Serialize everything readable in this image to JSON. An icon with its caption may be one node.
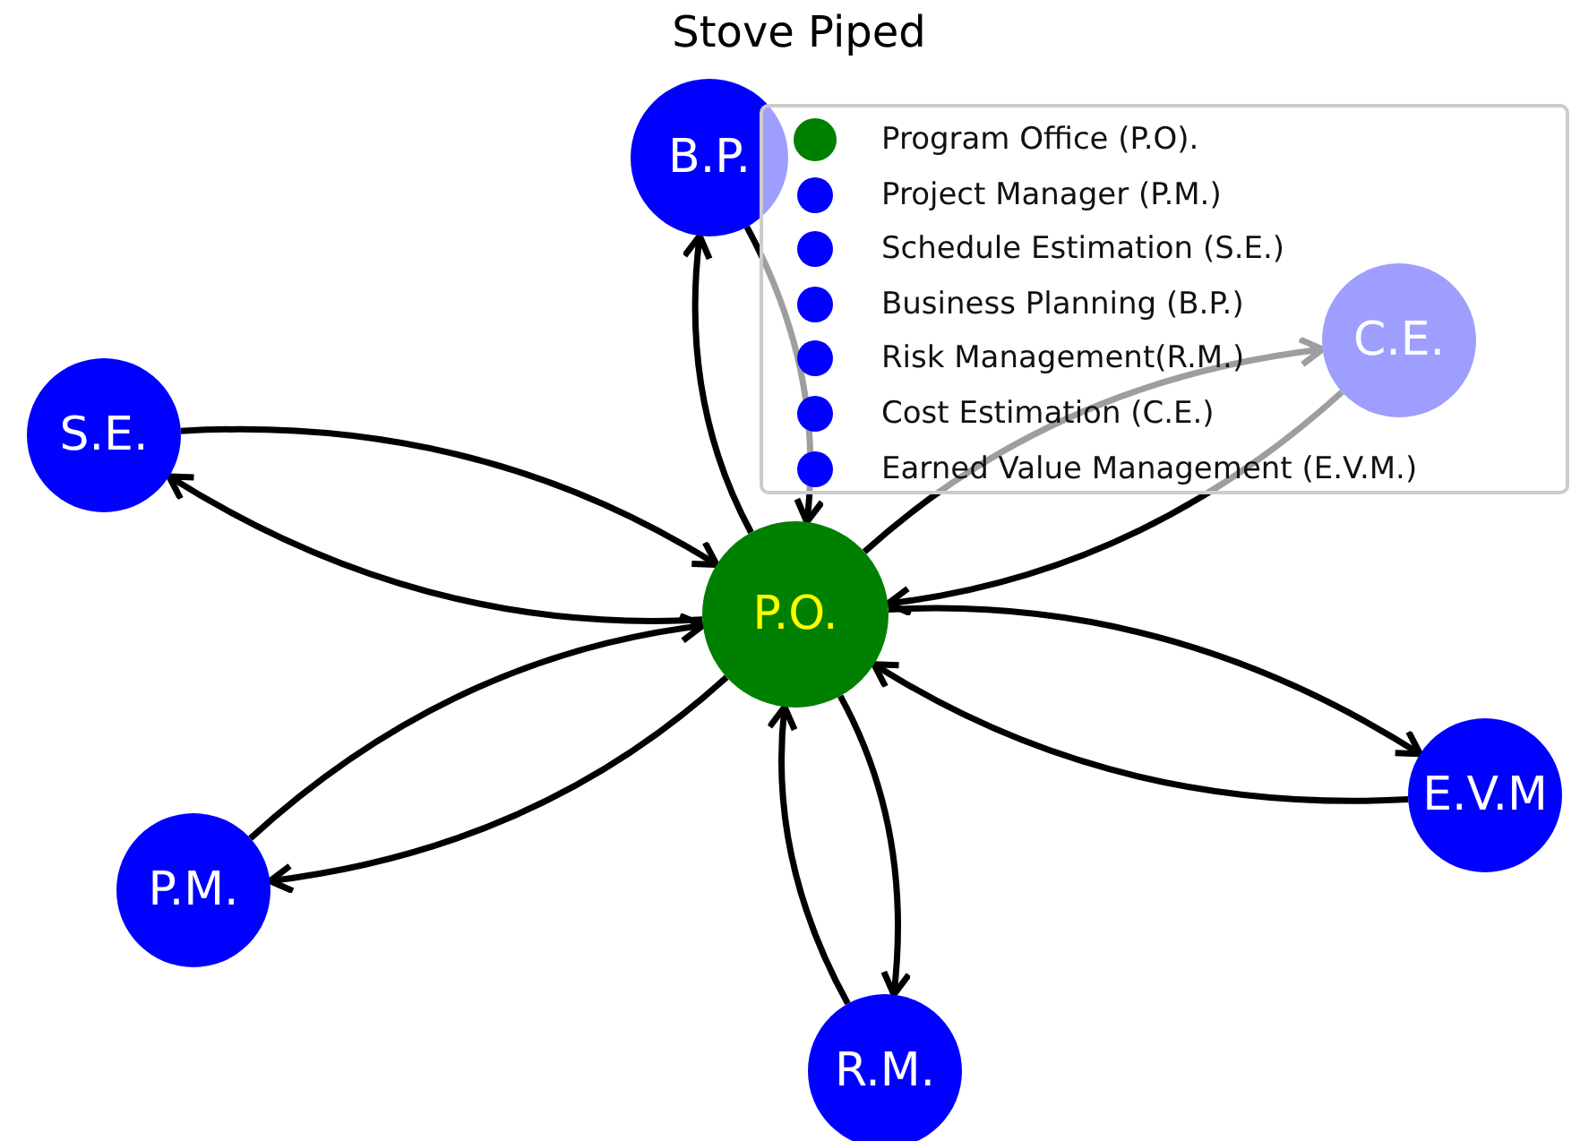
{
  "diagram": {
    "title": "Stove Piped",
    "nodes": [
      {
        "text": [
          "P.O."
        ]
      },
      {
        "text": [
          "P.M."
        ]
      },
      {
        "text": [
          "S.E."
        ]
      },
      {
        "text": [
          "B.P."
        ]
      },
      {
        "text": [
          "R.M."
        ]
      },
      {
        "text": [
          "C.E."
        ]
      },
      {
        "text": [
          "E.V.M"
        ]
      }
    ],
    "edges": [
      {
        "from": 0,
        "to": 1,
        "arrow": "to"
      },
      {
        "from": 1,
        "to": 0,
        "arrow": "to"
      },
      {
        "from": 0,
        "to": 2,
        "arrow": "to"
      },
      {
        "from": 2,
        "to": 0,
        "arrow": "to"
      },
      {
        "from": 0,
        "to": 3,
        "arrow": "to"
      },
      {
        "from": 3,
        "to": 0,
        "arrow": "to"
      },
      {
        "from": 0,
        "to": 4,
        "arrow": "to"
      },
      {
        "from": 4,
        "to": 0,
        "arrow": "to"
      },
      {
        "from": 0,
        "to": 5,
        "arrow": "to"
      },
      {
        "from": 5,
        "to": 0,
        "arrow": "to"
      },
      {
        "from": 0,
        "to": 6,
        "arrow": "to"
      },
      {
        "from": 6,
        "to": 0,
        "arrow": "to"
      }
    ],
    "legend": [
      {
        "text": "Program Office (P.O).",
        "color": "#008000"
      },
      {
        "text": "Project Manager (P.M.)",
        "color": "#0000ff"
      },
      {
        "text": "Schedule Estimation (S.E.)",
        "color": "#0000ff"
      },
      {
        "text": "Business Planning (B.P.)",
        "color": "#0000ff"
      },
      {
        "text": "Risk Management(R.M.)",
        "color": "#0000ff"
      },
      {
        "text": "Cost Estimation (C.E.)",
        "color": "#0000ff"
      },
      {
        "text": "Earned Value Management (E.V.M.)",
        "color": "#0000ff"
      }
    ]
  }
}
